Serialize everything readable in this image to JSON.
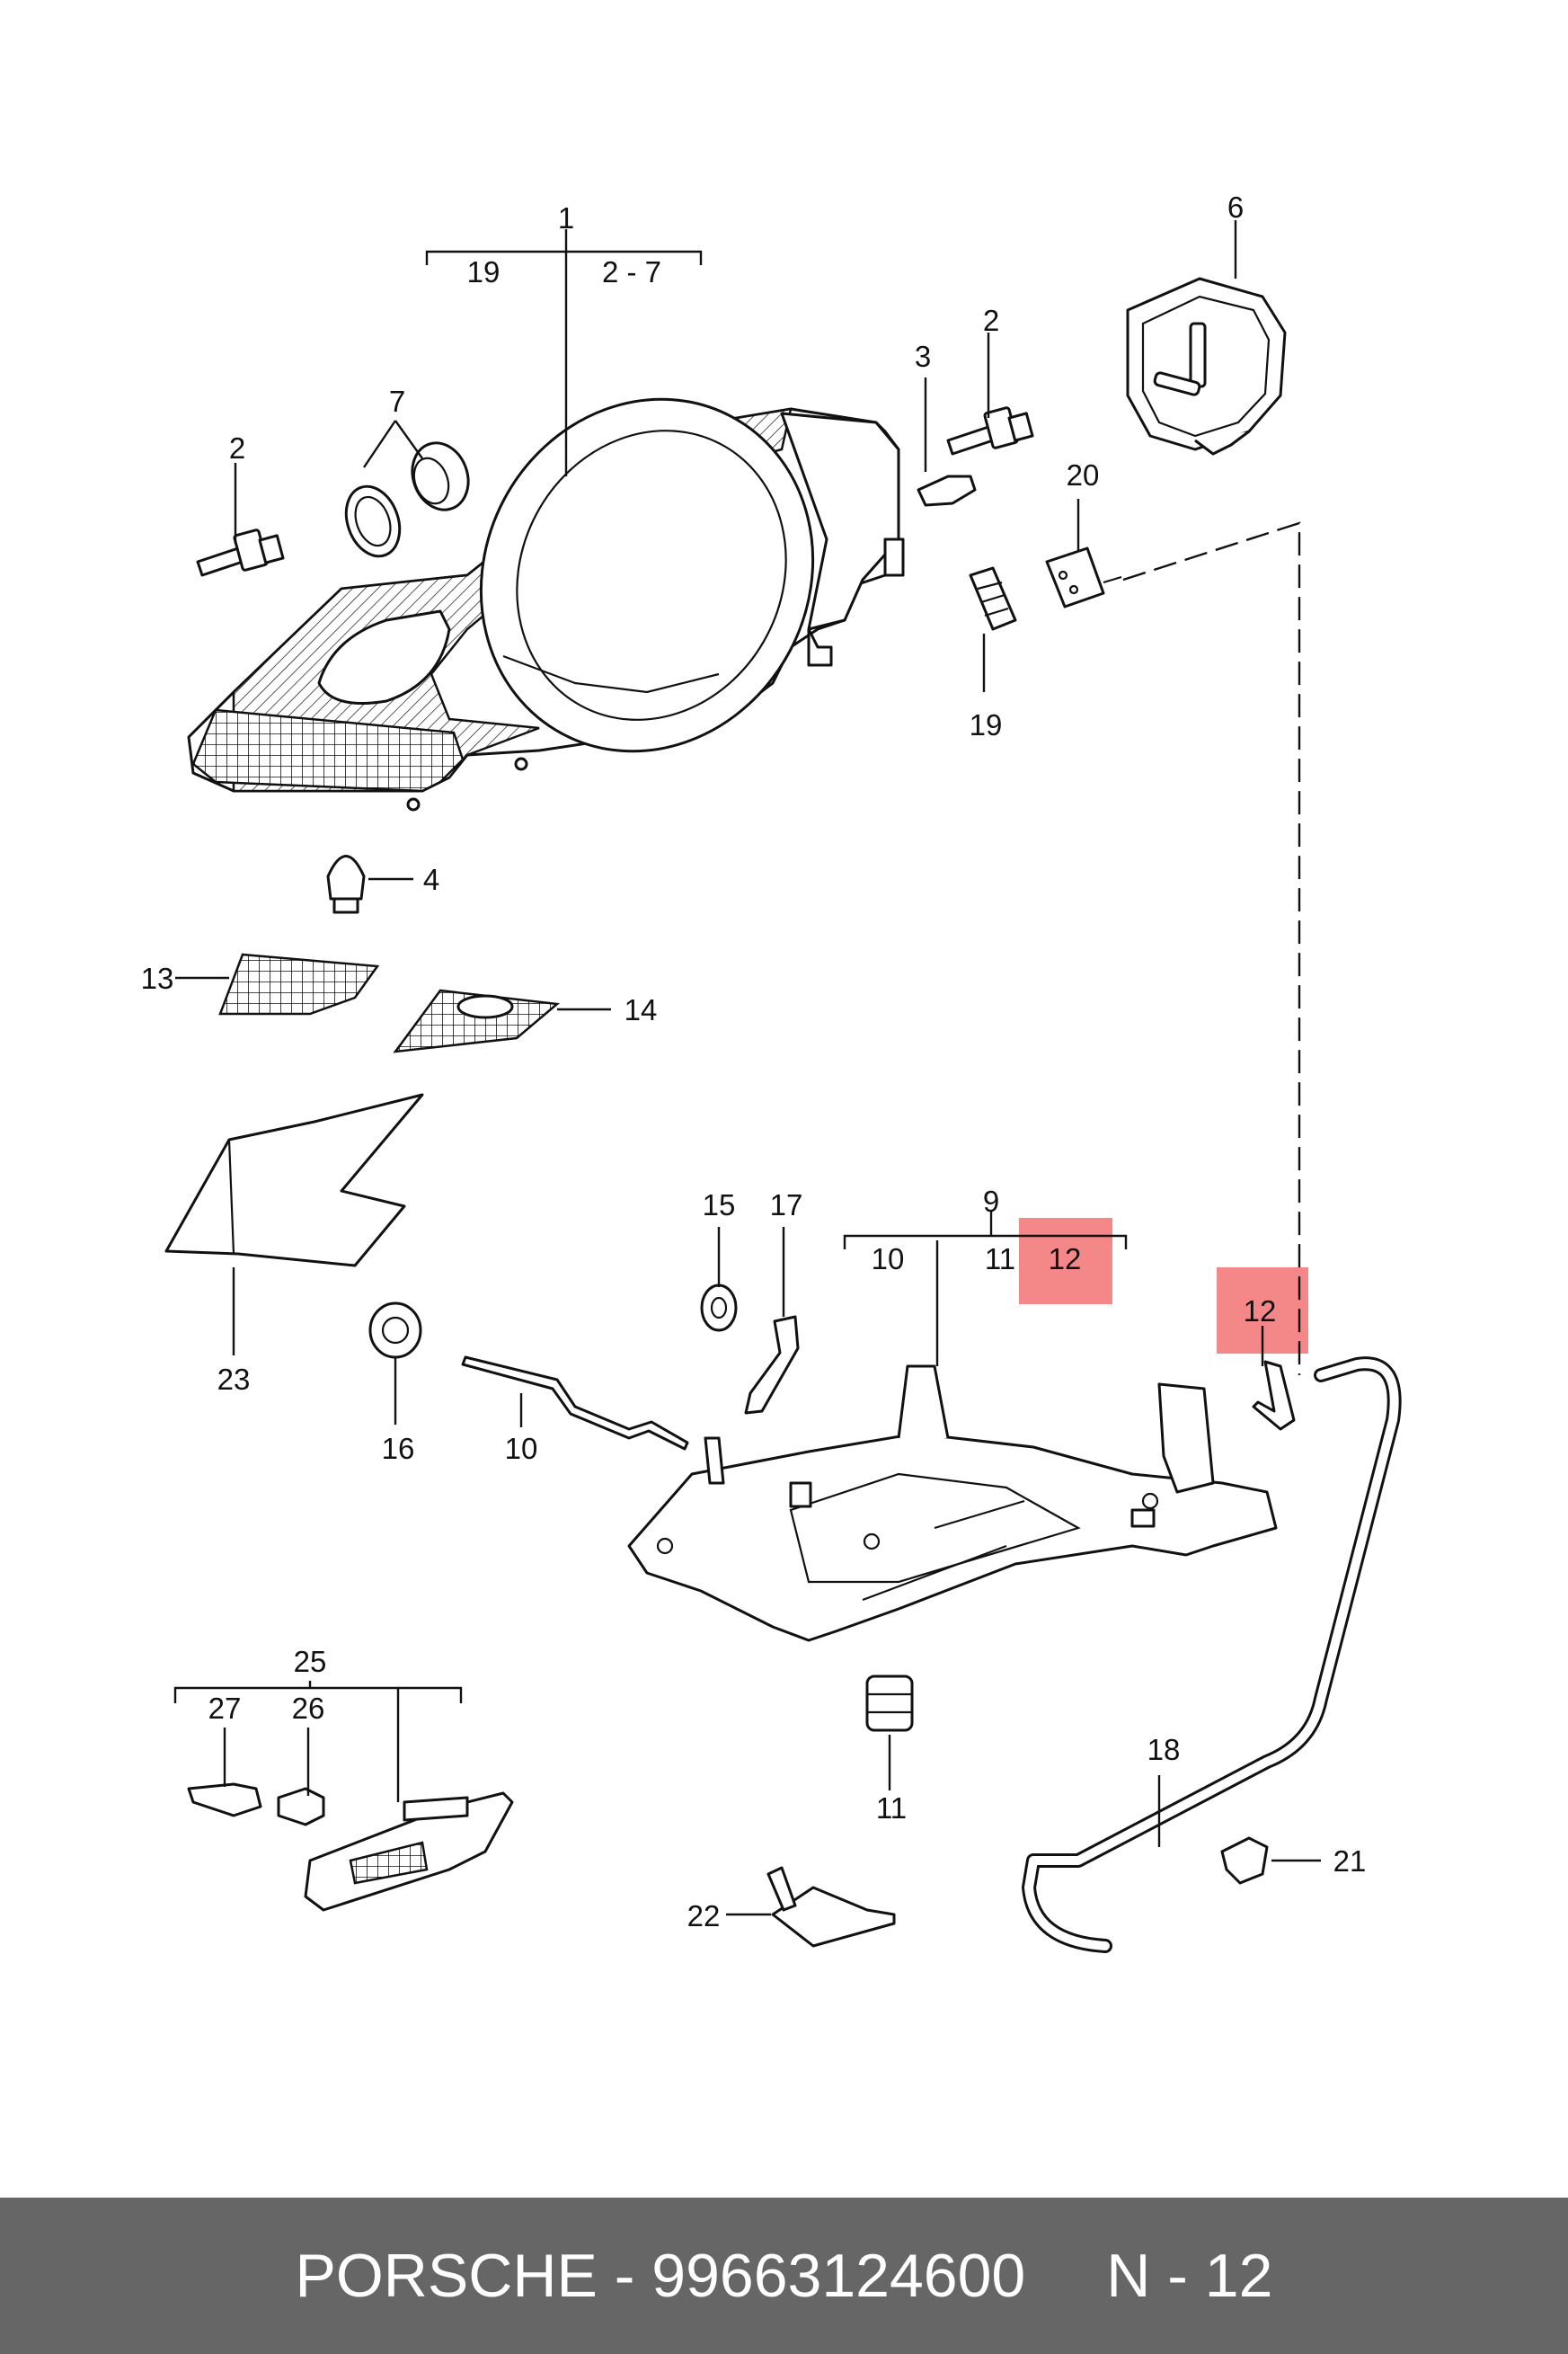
{
  "callouts": {
    "c1": "1",
    "c19a": "19",
    "c2_7": "2 - 7",
    "c6": "6",
    "c2a": "2",
    "c3": "3",
    "c7": "7",
    "c2b": "2",
    "c20": "20",
    "c19b": "19",
    "c4": "4",
    "c13": "13",
    "c14": "14",
    "c23": "23",
    "c15": "15",
    "c17": "17",
    "c9": "9",
    "c10a": "10",
    "c11a": "11",
    "c12a": "12",
    "c12b": "12",
    "c16": "16",
    "c10b": "10",
    "c25": "25",
    "c27": "27",
    "c26": "26",
    "c11b": "11",
    "c18": "18",
    "c21": "21",
    "c22": "22"
  },
  "highlight_color": "#f05a5a",
  "footer": {
    "brand": "PORSCHE",
    "separator": " - ",
    "part_number": "99663124600",
    "diagram_ref": "N - 12",
    "background": "#666666",
    "text_color": "#ffffff"
  }
}
